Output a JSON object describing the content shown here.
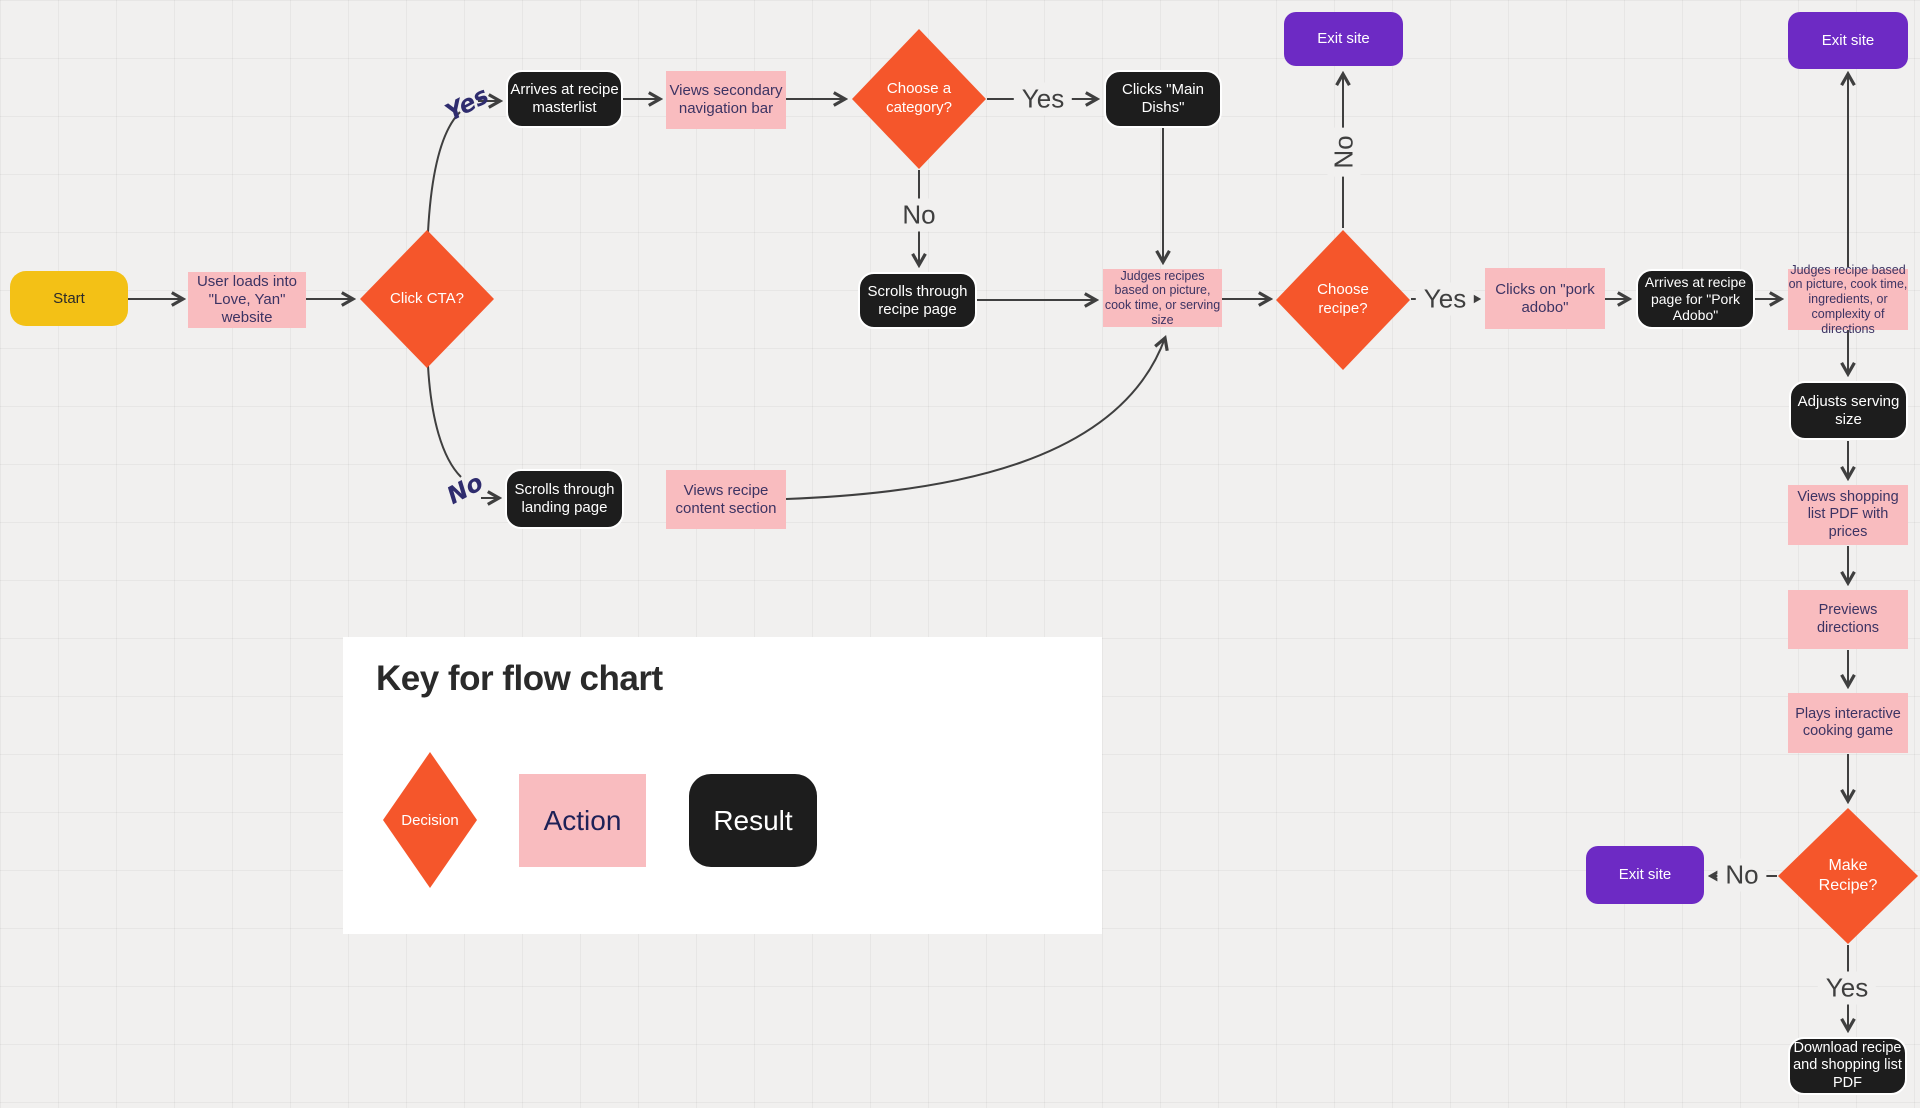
{
  "colors": {
    "background": "#F1F0EF",
    "decision_fill": "#F5562B",
    "action_fill": "#F9BCBF",
    "result_fill": "#1D1D1D",
    "exit_fill": "#6D2AC4",
    "start_fill": "#F3C116",
    "action_text": "#3C3363",
    "connector": "#3F3F3F",
    "handwritten_label": "#2F2C6E"
  },
  "nodes": {
    "start": "Start",
    "load_site": "User loads into \"Love, Yan\" website",
    "click_cta": "Click CTA?",
    "arrives_masterlist": "Arrives at recipe masterlist",
    "views_secondary_nav": "Views secondary navigation bar",
    "choose_category": "Choose a category?",
    "clicks_main_dishs": "Clicks \"Main Dishs\"",
    "scrolls_recipe_page": "Scrolls through recipe page",
    "judges_recipes": "Judges recipes based on picture, cook time, or serving size",
    "choose_recipe": "Choose recipe?",
    "exit_top": "Exit site",
    "clicks_pork_adobo": "Clicks on \"pork adobo\"",
    "arrives_pork_adobo": "Arrives at recipe page for \"Pork Adobo\"",
    "judges_recipe_detail": "Judges recipe based on picture, cook time, ingredients, or complexity of directions",
    "exit_right": "Exit site",
    "adjusts_serving": "Adjusts serving size",
    "views_shopping_list": "Views shopping list PDF with prices",
    "previews_directions": "Previews directions",
    "plays_game": "Plays interactive cooking game",
    "make_recipe": "Make Recipe?",
    "exit_bottom": "Exit site",
    "download_pdf": "Download recipe and shopping list PDF",
    "scrolls_landing": "Scrolls through landing page",
    "views_content": "Views recipe content section"
  },
  "edge_labels": {
    "cta_yes": "Yes",
    "cta_no": "No",
    "category_yes": "Yes",
    "category_no": "No",
    "recipe_no": "No",
    "recipe_yes": "Yes",
    "make_no": "No",
    "make_yes": "Yes"
  },
  "key": {
    "title": "Key for flow chart",
    "decision_label": "Decision",
    "action_label": "Action",
    "result_label": "Result"
  }
}
